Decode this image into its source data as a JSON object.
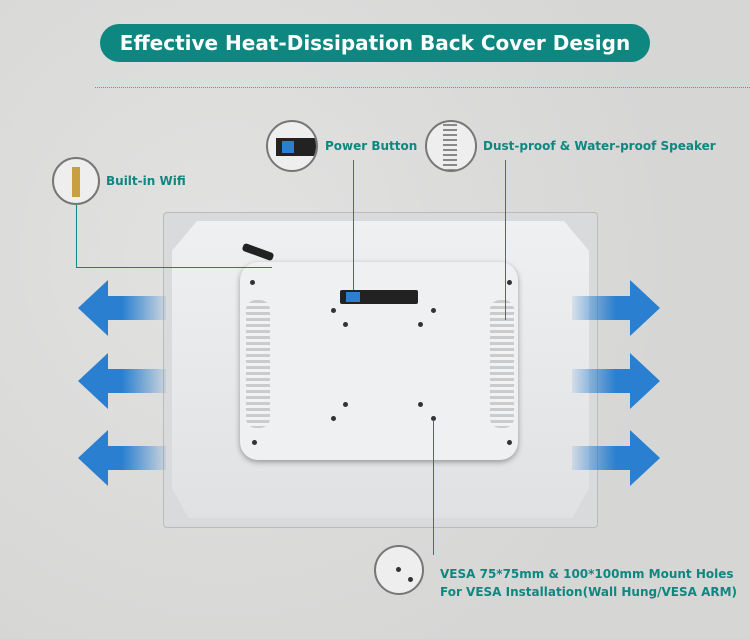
{
  "title": "Effective Heat-Dissipation Back Cover Design",
  "callouts": {
    "wifi": "Built-in Wifi",
    "power": "Power Button",
    "speaker": "Dust-proof & Water-proof Speaker",
    "vesa_line1": "VESA 75*75mm & 100*100mm Mount Holes",
    "vesa_line2": "For VESA Installation(Wall Hung/VESA ARM)"
  },
  "colors": {
    "accent": "#0e8780",
    "arrow": "#2a7fd0"
  }
}
